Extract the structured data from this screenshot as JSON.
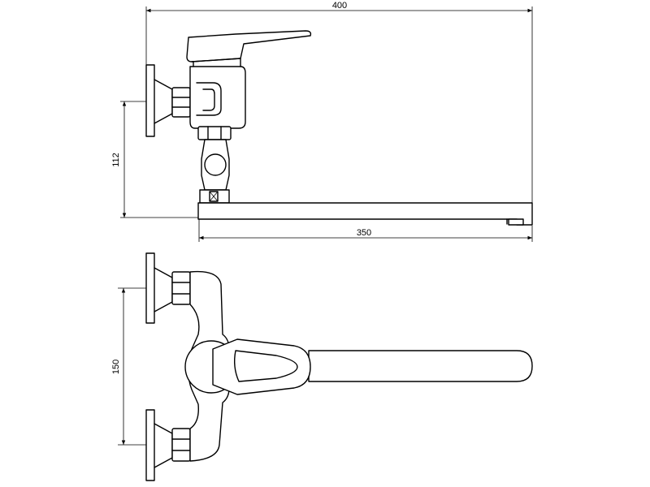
{
  "dimensions": {
    "overall_length": "400",
    "spout_length": "350",
    "height": "112",
    "inlet_spacing": "150"
  }
}
